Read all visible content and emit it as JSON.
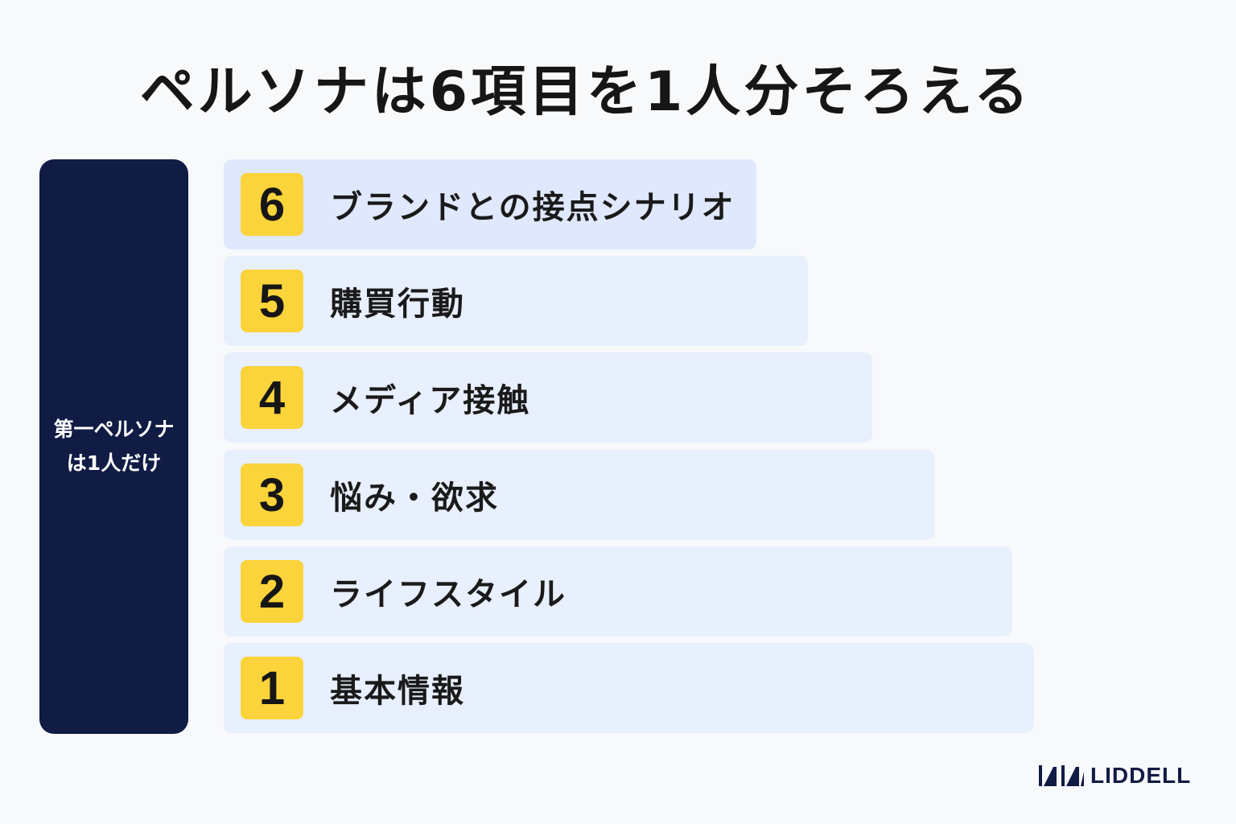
{
  "title": "ペルソナは6項目を1人分そろえる",
  "side_label": "第一ペルソナは1人だけ",
  "items": [
    {
      "number": "6",
      "label": "ブランドとの接点シナリオ"
    },
    {
      "number": "5",
      "label": "購買行動"
    },
    {
      "number": "4",
      "label": "メディア接触"
    },
    {
      "number": "3",
      "label": "悩み・欲求"
    },
    {
      "number": "2",
      "label": "ライフスタイル"
    },
    {
      "number": "1",
      "label": "基本情報"
    }
  ],
  "logo": {
    "text": "LIDDELL"
  },
  "colors": {
    "navy": "#111c45",
    "number_badge": "#fbd33a",
    "bar_background": "#e8effd",
    "page_background": "#f8f9fb"
  }
}
